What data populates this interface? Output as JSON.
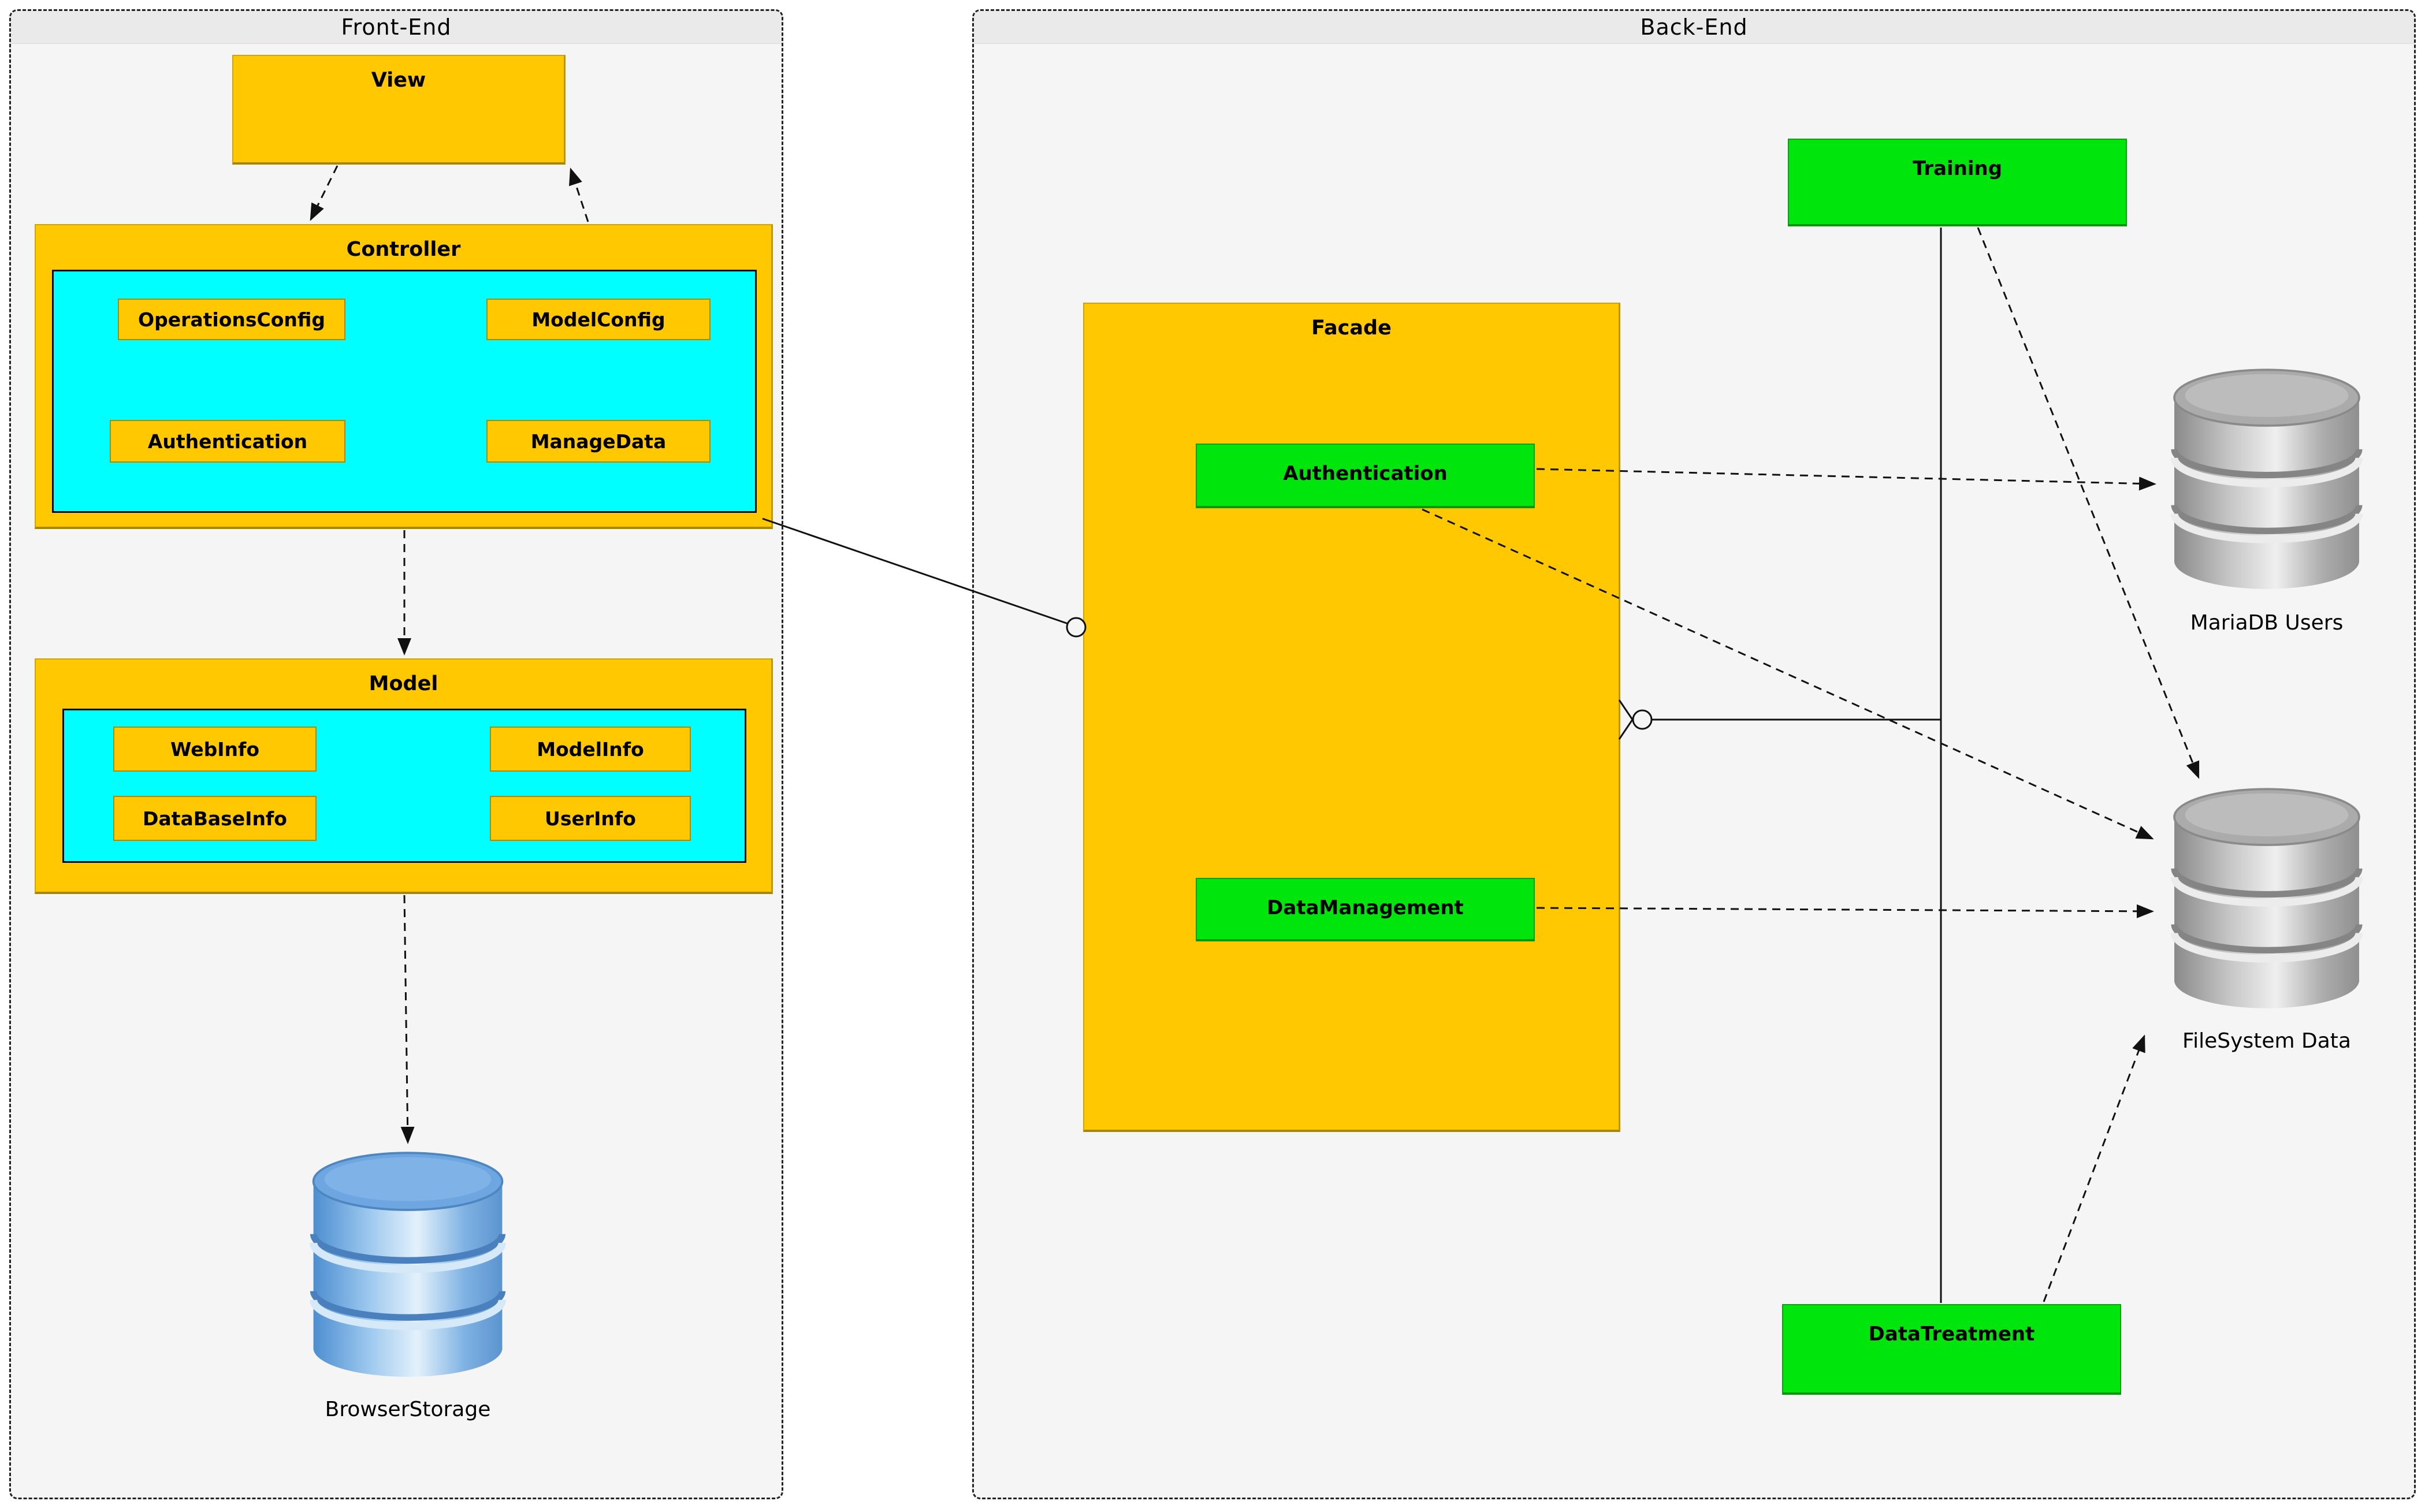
{
  "frontend": {
    "title": "Front-End",
    "view_label": "View",
    "controller": {
      "label": "Controller",
      "items": [
        "OperationsConfig",
        "ModelConfig",
        "Authentication",
        "ManageData"
      ]
    },
    "model": {
      "label": "Model",
      "items": [
        "WebInfo",
        "ModelInfo",
        "DataBaseInfo",
        "UserInfo"
      ]
    },
    "storage_label": "BrowserStorage"
  },
  "backend": {
    "title": "Back-End",
    "facade": {
      "label": "Facade",
      "items": [
        "Authentication",
        "DataManagement"
      ]
    },
    "training_label": "Training",
    "datatreatment_label": "DataTreatment",
    "mariadb_label": "MariaDB Users",
    "filesystem_label": "FileSystem Data"
  },
  "colors": {
    "component_yellow": "#FFC800",
    "panel_cyan": "#00FFFF",
    "service_green": "#00E60C",
    "group_background": "#F5F5F5",
    "group_titlebar": "#EAEAEA",
    "blue_database": "#6DA6E0",
    "gray_database": "#ABABAB"
  }
}
